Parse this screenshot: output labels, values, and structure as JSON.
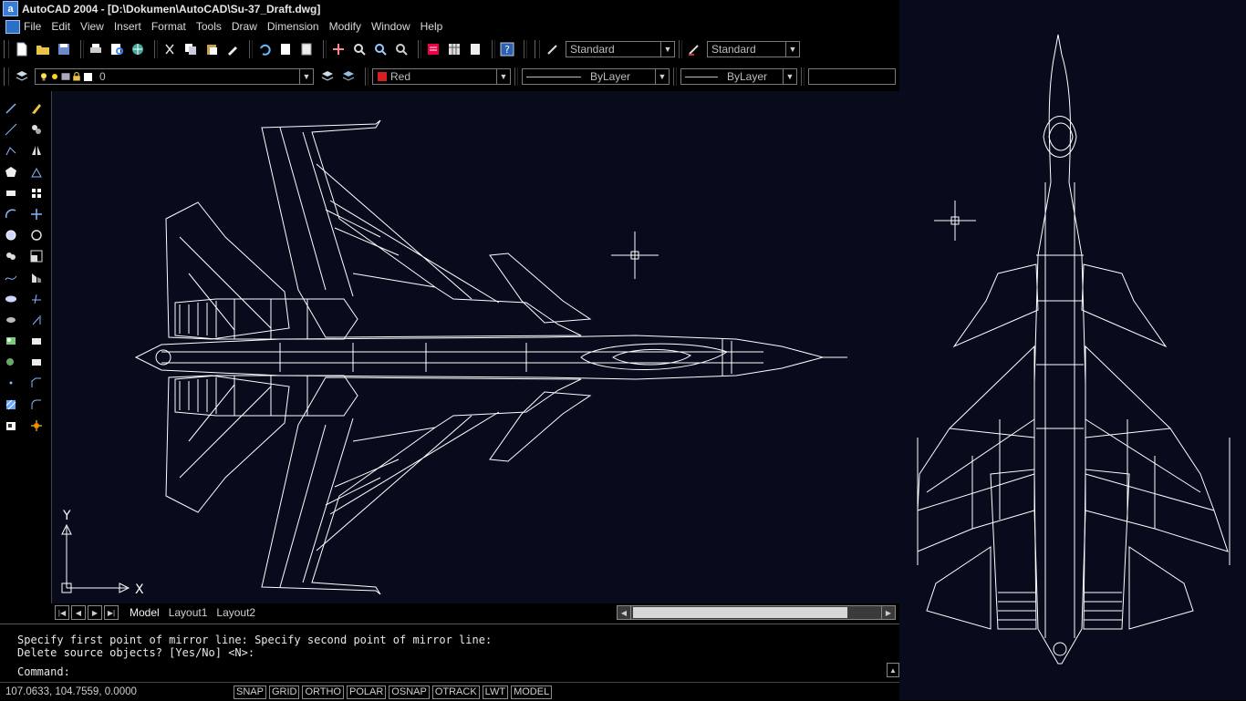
{
  "window": {
    "title": "AutoCAD 2004 - [D:\\Dokumen\\AutoCAD\\Su-37_Draft.dwg]",
    "app_icon_letter": "a"
  },
  "menu": [
    "File",
    "Edit",
    "View",
    "Insert",
    "Format",
    "Tools",
    "Draw",
    "Dimension",
    "Modify",
    "Window",
    "Help"
  ],
  "styles_toolbar": {
    "text_style": "Standard",
    "dim_style": "Standard"
  },
  "layers_toolbar": {
    "current_layer": "0"
  },
  "properties_toolbar": {
    "color": {
      "label": "Red",
      "hex": "#d81e1e"
    },
    "linetype": "ByLayer",
    "lineweight": "ByLayer"
  },
  "ucs": {
    "x_label": "X",
    "y_label": "Y"
  },
  "layout_tabs": [
    {
      "label": "Model",
      "active": true
    },
    {
      "label": "Layout1",
      "active": false
    },
    {
      "label": "Layout2",
      "active": false
    }
  ],
  "command_history": [
    "Specify first point of mirror line: Specify second point of mirror line:",
    "Delete source objects? [Yes/No] <N>:"
  ],
  "command_prompt": "Command:",
  "status": {
    "coordinates": "107.0633, 104.7559, 0.0000",
    "buttons": [
      "SNAP",
      "GRID",
      "ORTHO",
      "POLAR",
      "OSNAP",
      "OTRACK",
      "LWT",
      "MODEL"
    ]
  },
  "colors": {
    "canvas_bg": "#070b1c",
    "linework": "#ffffff",
    "chrome_bg": "#000000"
  }
}
